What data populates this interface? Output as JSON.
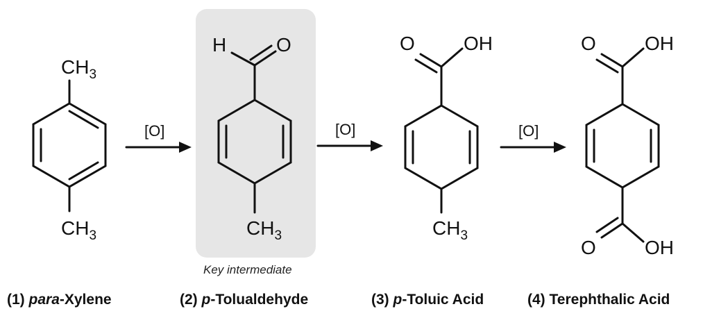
{
  "reaction": {
    "reagent": "[O]",
    "highlight_note": "Key intermediate"
  },
  "compounds": [
    {
      "number": "(1)",
      "name_prefix": "para",
      "name_rest": "-Xylene",
      "top_group": "CH3",
      "bottom_group": "CH3"
    },
    {
      "number": "(2)",
      "name_prefix": "p",
      "name_rest": "-Tolualdehyde",
      "top_group": "CHO",
      "bottom_group": "CH3"
    },
    {
      "number": "(3)",
      "name_prefix": "p",
      "name_rest": "-Toluic Acid",
      "top_group": "COOH",
      "bottom_group": "CH3"
    },
    {
      "number": "(4)",
      "name_prefix": "",
      "name_rest": "Terephthalic Acid",
      "top_group": "COOH",
      "bottom_group": "COOH"
    }
  ],
  "atoms": {
    "methyl_C": "CH",
    "methyl_sub": "3",
    "hydrogen": "H",
    "oxygen": "O",
    "hydroxyl": "OH"
  },
  "colors": {
    "highlight_box": "#e6e6e6",
    "ink": "#111111"
  }
}
